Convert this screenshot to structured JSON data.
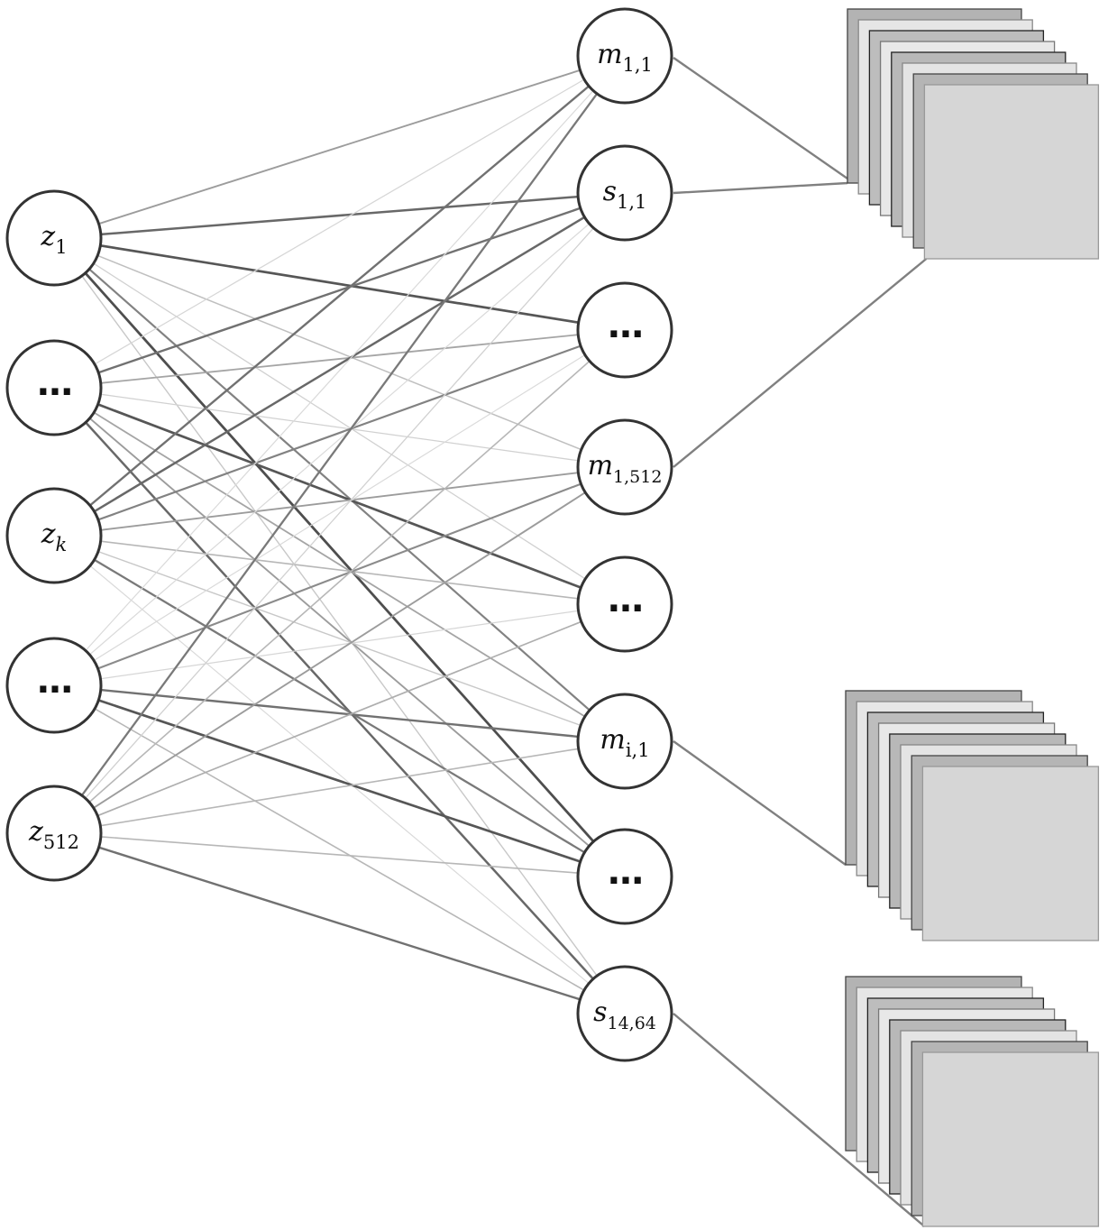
{
  "input_nodes": [
    {
      "id": "z1",
      "kind": "var",
      "base": "z",
      "sub": "1"
    },
    {
      "id": "in_dots_1",
      "kind": "dots",
      "text": "..."
    },
    {
      "id": "zk",
      "kind": "var",
      "base": "z",
      "sub": "k"
    },
    {
      "id": "in_dots_2",
      "kind": "dots",
      "text": "..."
    },
    {
      "id": "z512",
      "kind": "var",
      "base": "z",
      "sub": "512"
    }
  ],
  "output_nodes": [
    {
      "id": "m11",
      "kind": "var",
      "base": "m",
      "sub": "1,1"
    },
    {
      "id": "s11",
      "kind": "var",
      "base": "s",
      "sub": "1,1"
    },
    {
      "id": "out_dots_1",
      "kind": "dots",
      "text": "..."
    },
    {
      "id": "m1512",
      "kind": "var",
      "base": "m",
      "sub": "1,512"
    },
    {
      "id": "out_dots_2",
      "kind": "dots",
      "text": "..."
    },
    {
      "id": "mi1",
      "kind": "var",
      "base": "m",
      "sub": "i,1"
    },
    {
      "id": "out_dots_3",
      "kind": "dots",
      "text": "..."
    },
    {
      "id": "s1464",
      "kind": "var",
      "base": "s",
      "sub": "14,64"
    }
  ],
  "feature_map_stacks": [
    {
      "id": "stack-top",
      "layers": 8
    },
    {
      "id": "stack-middle",
      "layers": 8
    },
    {
      "id": "stack-bottom",
      "layers": 8
    }
  ],
  "stack_links": [
    {
      "node": "m11",
      "stack": "stack-top"
    },
    {
      "node": "s11",
      "stack": "stack-top"
    },
    {
      "node": "m1512",
      "stack": "stack-top"
    },
    {
      "node": "mi1",
      "stack": "stack-middle"
    },
    {
      "node": "s1464",
      "stack": "stack-bottom"
    }
  ],
  "connections": [
    {
      "from": "z1",
      "to": "m11",
      "strength": 0.45
    },
    {
      "from": "z1",
      "to": "s11",
      "strength": 0.75
    },
    {
      "from": "z1",
      "to": "out_dots_1",
      "strength": 0.85
    },
    {
      "from": "z1",
      "to": "m1512",
      "strength": 0.25
    },
    {
      "from": "z1",
      "to": "out_dots_2",
      "strength": 0.15
    },
    {
      "from": "z1",
      "to": "mi1",
      "strength": 0.6
    },
    {
      "from": "z1",
      "to": "out_dots_3",
      "strength": 0.9
    },
    {
      "from": "z1",
      "to": "s1464",
      "strength": 0.2
    },
    {
      "from": "in_dots_1",
      "to": "m11",
      "strength": 0.12
    },
    {
      "from": "in_dots_1",
      "to": "s11",
      "strength": 0.7
    },
    {
      "from": "in_dots_1",
      "to": "out_dots_1",
      "strength": 0.4
    },
    {
      "from": "in_dots_1",
      "to": "m1512",
      "strength": 0.15
    },
    {
      "from": "in_dots_1",
      "to": "out_dots_2",
      "strength": 0.85
    },
    {
      "from": "in_dots_1",
      "to": "mi1",
      "strength": 0.4
    },
    {
      "from": "in_dots_1",
      "to": "out_dots_3",
      "strength": 0.45
    },
    {
      "from": "in_dots_1",
      "to": "s1464",
      "strength": 0.75
    },
    {
      "from": "zk",
      "to": "m11",
      "strength": 0.7
    },
    {
      "from": "zk",
      "to": "s11",
      "strength": 0.75
    },
    {
      "from": "zk",
      "to": "out_dots_1",
      "strength": 0.6
    },
    {
      "from": "zk",
      "to": "m1512",
      "strength": 0.45
    },
    {
      "from": "zk",
      "to": "out_dots_2",
      "strength": 0.3
    },
    {
      "from": "zk",
      "to": "mi1",
      "strength": 0.2
    },
    {
      "from": "zk",
      "to": "out_dots_3",
      "strength": 0.65
    },
    {
      "from": "zk",
      "to": "s1464",
      "strength": 0.1
    },
    {
      "from": "in_dots_2",
      "to": "m11",
      "strength": 0.1
    },
    {
      "from": "in_dots_2",
      "to": "s11",
      "strength": 0.1
    },
    {
      "from": "in_dots_2",
      "to": "out_dots_1",
      "strength": 0.1
    },
    {
      "from": "in_dots_2",
      "to": "m1512",
      "strength": 0.55
    },
    {
      "from": "in_dots_2",
      "to": "out_dots_2",
      "strength": 0.12
    },
    {
      "from": "in_dots_2",
      "to": "mi1",
      "strength": 0.7
    },
    {
      "from": "in_dots_2",
      "to": "out_dots_3",
      "strength": 0.85
    },
    {
      "from": "in_dots_2",
      "to": "s1464",
      "strength": 0.3
    },
    {
      "from": "z512",
      "to": "m11",
      "strength": 0.65
    },
    {
      "from": "z512",
      "to": "s11",
      "strength": 0.15
    },
    {
      "from": "z512",
      "to": "out_dots_1",
      "strength": 0.3
    },
    {
      "from": "z512",
      "to": "m1512",
      "strength": 0.45
    },
    {
      "from": "z512",
      "to": "out_dots_2",
      "strength": 0.35
    },
    {
      "from": "z512",
      "to": "mi1",
      "strength": 0.3
    },
    {
      "from": "z512",
      "to": "out_dots_3",
      "strength": 0.3
    },
    {
      "from": "z512",
      "to": "s1464",
      "strength": 0.7
    }
  ]
}
